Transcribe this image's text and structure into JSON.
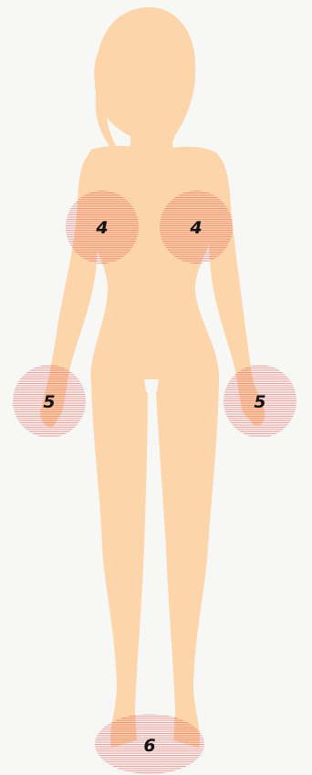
{
  "colors": {
    "background": "#f7f7f5",
    "body": "#fdd5ab",
    "hatch": "#d9534f"
  },
  "zones": [
    {
      "id": "chest-left",
      "label": "4"
    },
    {
      "id": "chest-right",
      "label": "4"
    },
    {
      "id": "hand-left",
      "label": "5"
    },
    {
      "id": "hand-right",
      "label": "5"
    },
    {
      "id": "feet",
      "label": "6"
    }
  ]
}
